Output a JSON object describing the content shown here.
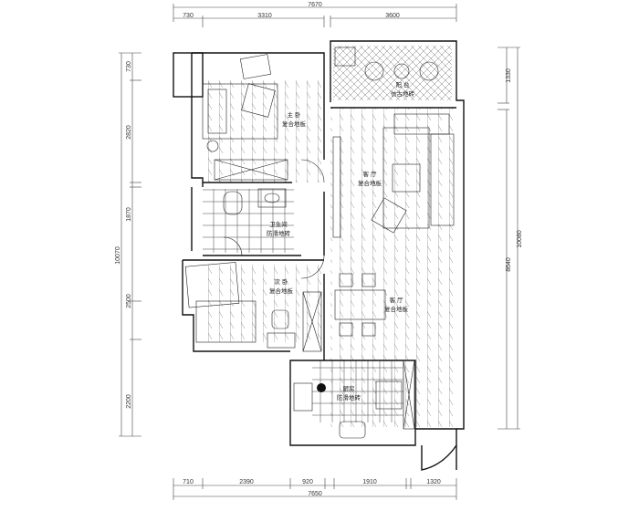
{
  "dimensions": {
    "top_total": "7670",
    "top_segments": [
      "730",
      "3310",
      "3600"
    ],
    "bottom_total": "7650",
    "bottom_segments": [
      "710",
      "2390",
      "920",
      "1910",
      "1320"
    ],
    "left_total": "10070",
    "left_segments": [
      "730",
      "2820",
      "1870",
      "2500",
      "2200"
    ],
    "right_total": "10080",
    "right_segments": [
      "1330",
      "8640"
    ]
  },
  "rooms": {
    "master_bedroom": {
      "name": "主 卧",
      "floor": "复合地板"
    },
    "balcony": {
      "name": "阳 台",
      "floor": "仿古地砖"
    },
    "living_room": {
      "name": "客 厅",
      "floor": "复合地板"
    },
    "bathroom": {
      "name": "卫生间",
      "floor": "防滑地砖"
    },
    "second_bedroom": {
      "name": "次 卧",
      "floor": "复合地板"
    },
    "dining_room": {
      "name": "客 厅",
      "floor": "复合地板"
    },
    "kitchen": {
      "name": "厨房",
      "floor": "防滑地砖"
    }
  }
}
